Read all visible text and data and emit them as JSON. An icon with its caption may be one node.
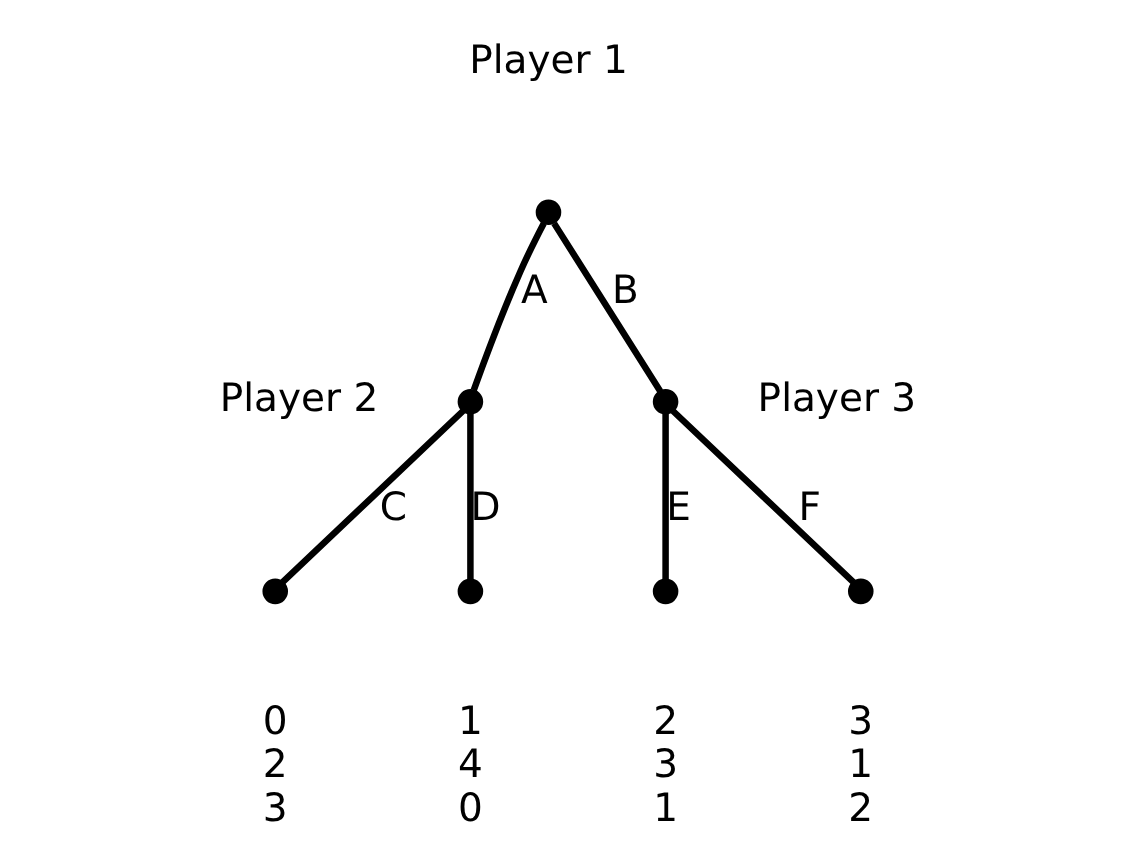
{
  "diagram": {
    "nodes": [
      {
        "text": [],
        "shape": "circle",
        "beside": [
          "Player 1"
        ]
      },
      {
        "text": [],
        "shape": "circle",
        "beside": [
          "Player 2"
        ]
      },
      {
        "text": [],
        "shape": "circle",
        "beside": [
          "Player 3"
        ]
      },
      {
        "text": [],
        "shape": "circle",
        "beside": [
          "0 2 3"
        ]
      },
      {
        "text": [],
        "shape": "circle",
        "beside": [
          "1 4 0"
        ]
      },
      {
        "text": [],
        "shape": "circle",
        "beside": [
          "2 3 1"
        ]
      },
      {
        "text": [],
        "shape": "circle",
        "beside": [
          "3 1 2"
        ]
      }
    ],
    "edges": [
      {
        "from": 0,
        "to": 1,
        "arrow": "none",
        "label": "A"
      },
      {
        "from": 0,
        "to": 2,
        "arrow": "none",
        "label": "B"
      },
      {
        "from": 1,
        "to": 3,
        "arrow": "none",
        "label": "C"
      },
      {
        "from": 1,
        "to": 4,
        "arrow": "none",
        "label": "D"
      },
      {
        "from": 2,
        "to": 5,
        "arrow": "none",
        "label": "E"
      },
      {
        "from": 2,
        "to": 6,
        "arrow": "none",
        "label": "F"
      }
    ]
  }
}
